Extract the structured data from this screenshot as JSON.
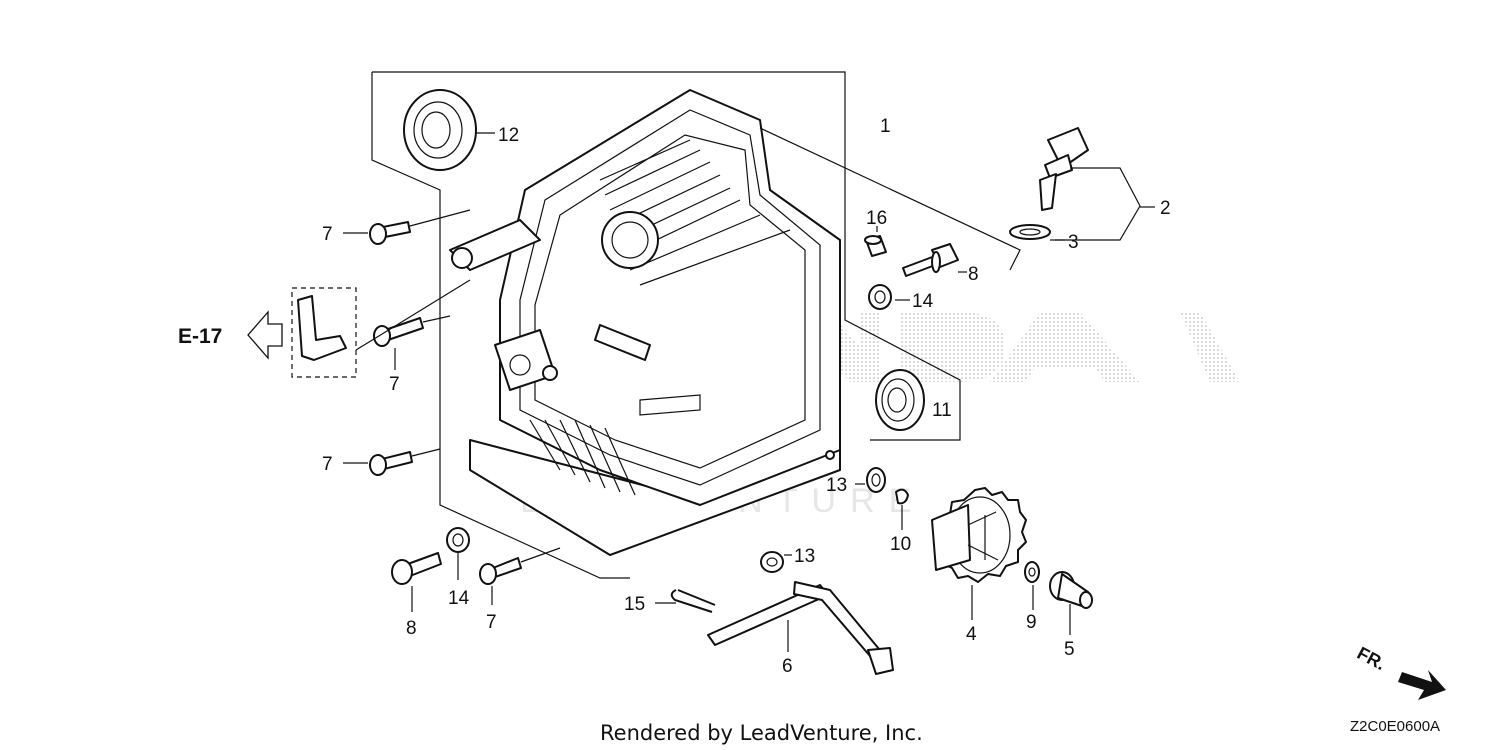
{
  "diagram": {
    "callouts": {
      "c1": "1",
      "c2": "2",
      "c3": "3",
      "c4": "4",
      "c5": "5",
      "c6": "6",
      "c7a": "7",
      "c7b": "7",
      "c7c": "7",
      "c7d": "7",
      "c8a": "8",
      "c8b": "8",
      "c9": "9",
      "c10": "10",
      "c11": "11",
      "c12": "12",
      "c13a": "13",
      "c13b": "13",
      "c14a": "14",
      "c14b": "14",
      "c15": "15",
      "c16": "16"
    },
    "reference_label": "E-17",
    "front_indicator": "FR.",
    "diagram_code": "Z2C0E0600A",
    "footer": "Rendered by LeadVenture, Inc.",
    "watermark_logo": "HONDA",
    "watermark_text": "LEADVENTURE",
    "icons": [
      "left-arrow-icon",
      "front-direction-arrow-icon"
    ]
  }
}
